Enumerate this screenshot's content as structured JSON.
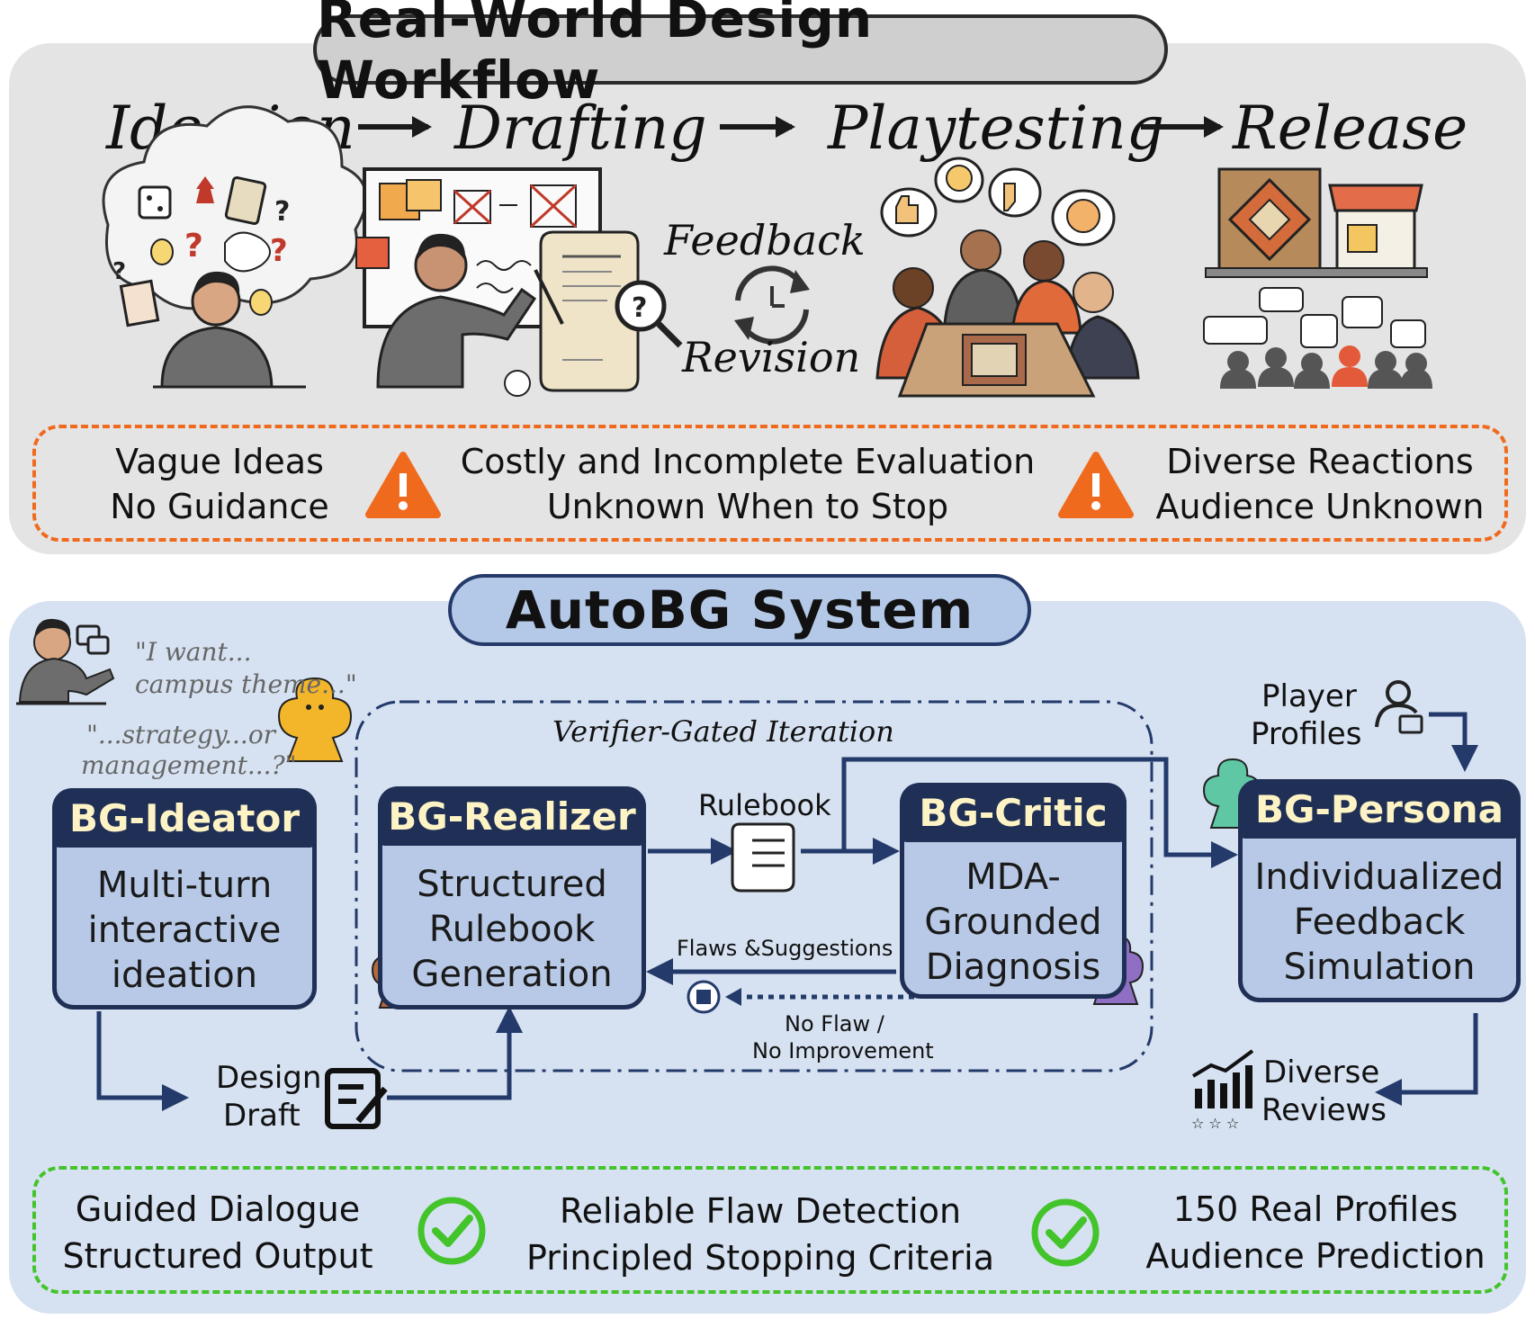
{
  "top": {
    "title": "Real-World Design Workflow",
    "stages": [
      "Ideation",
      "Drafting",
      "Playtesting",
      "Release"
    ],
    "feedback_label": "Feedback",
    "revision_label": "Revision",
    "challenges": [
      {
        "line1": "Vague Ideas",
        "line2": "No Guidance"
      },
      {
        "line1": "Costly and Incomplete Evaluation",
        "line2": "Unknown When to Stop"
      },
      {
        "line1": "Diverse Reactions",
        "line2": "Audience Unknown"
      }
    ]
  },
  "bottom": {
    "title": "AutoBG System",
    "user_quote1": "\"I want...",
    "user_quote2": "campus theme...\"",
    "ideator_quote1": "\"...strategy...or",
    "ideator_quote2": "management...?\"",
    "iteration_label": "Verifier-Gated Iteration",
    "rulebook_label": "Rulebook",
    "flaws_label": "Flaws &Suggestions",
    "no_flaw_line1": "No Flaw /",
    "no_flaw_line2": "No Improvement",
    "design_draft_line1": "Design",
    "design_draft_line2": "Draft",
    "player_profiles_line1": "Player",
    "player_profiles_line2": "Profiles",
    "diverse_reviews_line1": "Diverse",
    "diverse_reviews_line2": "Reviews",
    "agents": {
      "ideator": {
        "name": "BG-Ideator",
        "desc": [
          "Multi-turn",
          "interactive",
          "ideation"
        ]
      },
      "realizer": {
        "name": "BG-Realizer",
        "desc": [
          "Structured",
          "Rulebook",
          "Generation"
        ]
      },
      "critic": {
        "name": "BG-Critic",
        "desc": [
          "MDA-",
          "Grounded",
          "Diagnosis"
        ]
      },
      "persona": {
        "name": "BG-Persona",
        "desc": [
          "Individualized",
          "Feedback",
          "Simulation"
        ]
      }
    },
    "solutions": [
      {
        "line1": "Guided Dialogue",
        "line2": "Structured Output"
      },
      {
        "line1": "Reliable Flaw Detection",
        "line2": "Principled Stopping Criteria"
      },
      {
        "line1": "150 Real Profiles",
        "line2": "Audience Prediction"
      }
    ]
  },
  "colors": {
    "warning": "#f06a1e",
    "check": "#43c42a",
    "navy": "#1f2f55"
  }
}
